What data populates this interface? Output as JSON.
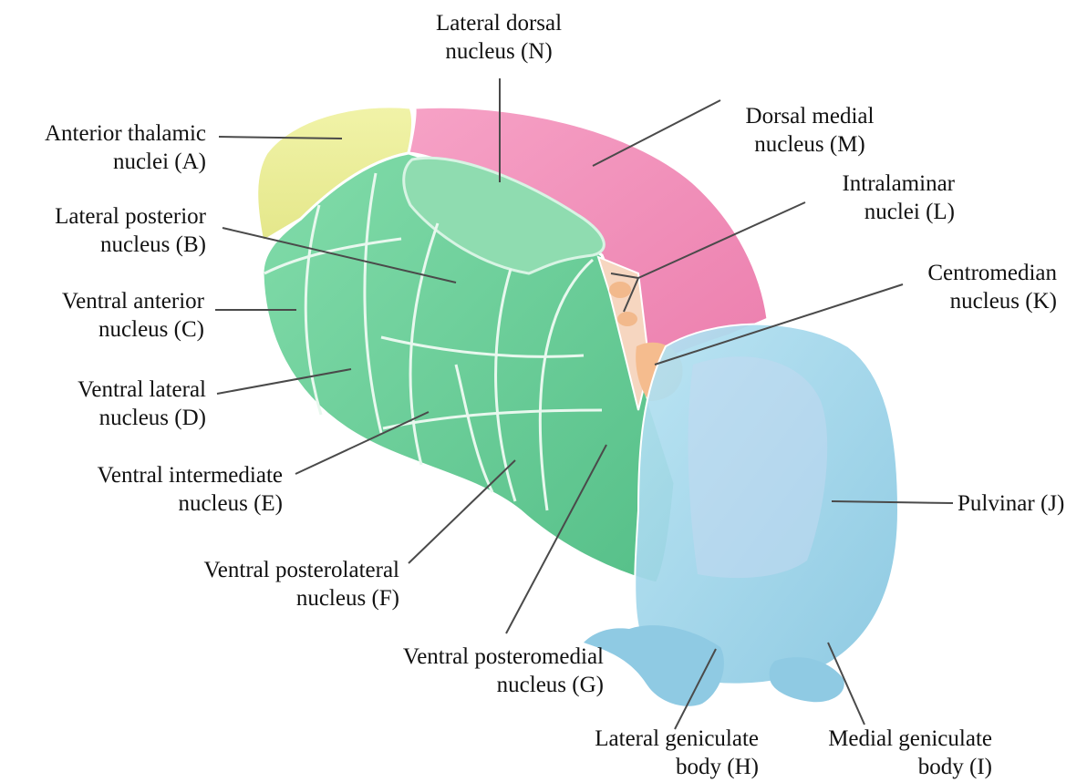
{
  "labels": {
    "N": [
      "Lateral dorsal",
      "nucleus (N)"
    ],
    "M": [
      "Dorsal medial",
      "nucleus (M)"
    ],
    "A": [
      "Anterior thalamic",
      "nuclei (A)"
    ],
    "L": [
      "Intralaminar",
      "nuclei (L)"
    ],
    "B": [
      "Lateral posterior",
      "nucleus (B)"
    ],
    "K": [
      "Centromedian",
      "nucleus (K)"
    ],
    "C": [
      "Ventral anterior",
      "nucleus (C)"
    ],
    "D": [
      "Ventral lateral",
      "nucleus (D)"
    ],
    "E": [
      "Ventral intermediate",
      "nucleus (E)"
    ],
    "J": [
      "Pulvinar (J)"
    ],
    "F": [
      "Ventral posterolateral",
      "nucleus (F)"
    ],
    "G": [
      "Ventral posteromedial",
      "nucleus (G)"
    ],
    "H": [
      "Lateral geniculate",
      "body (H)"
    ],
    "I": [
      "Medial geniculate",
      "body (I)"
    ]
  },
  "colors": {
    "anterior": "#ecef9a",
    "dorsal_medial": "#f08fb8",
    "ventral_group": "#6fcf9c",
    "lateral_dorsal": "#86d6a8",
    "intralaminar": "#f6d0b6",
    "centromedian": "#f5bc8e",
    "pulvinar": "#9ed2e6",
    "leader_line": "#4a4a4a"
  }
}
